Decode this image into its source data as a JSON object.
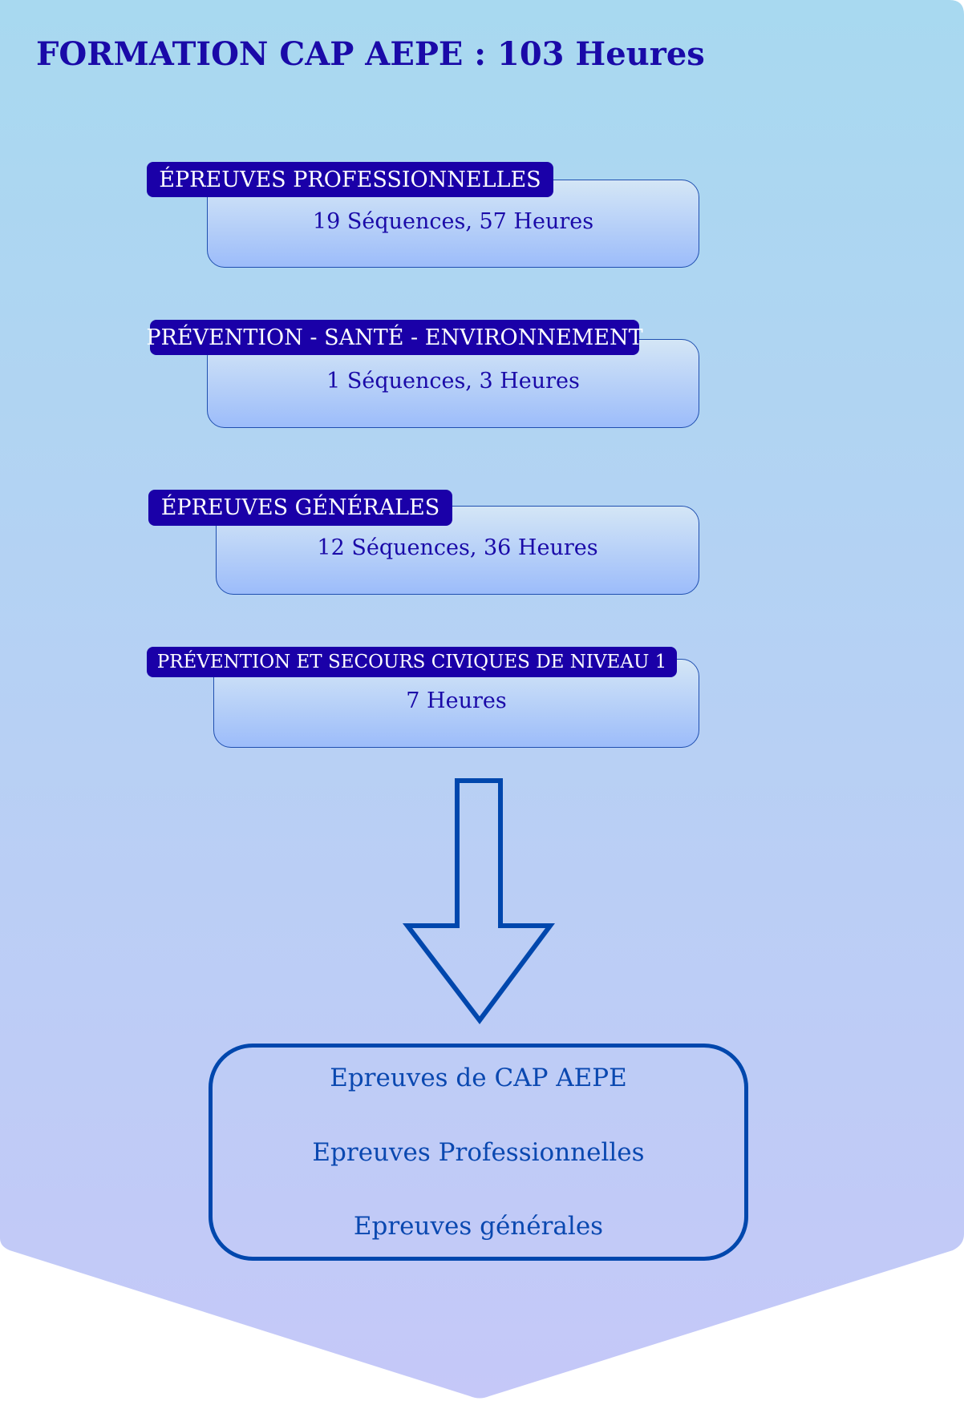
{
  "title": "FORMATION CAP AEPE : 103 Heures",
  "modules": [
    {
      "label": "ÉPREUVES PROFESSIONNELLES",
      "detail": "19 Séquences, 57 Heures"
    },
    {
      "label": "PRÉVENTION - SANTÉ - ENVIRONNEMENT",
      "detail": "1 Séquences, 3 Heures"
    },
    {
      "label": "ÉPREUVES GÉNÉRALES",
      "detail": "12 Séquences, 36 Heures"
    },
    {
      "label": "PRÉVENTION ET SECOURS CIVIQUES DE NIVEAU 1",
      "detail": "7 Heures"
    }
  ],
  "result": {
    "lines": [
      "Epreuves de CAP AEPE",
      "Epreuves Professionnelles",
      "Epreuves générales"
    ]
  },
  "colors": {
    "label_bg": "#1a00a8",
    "title": "#1a0aa8",
    "stroke": "#0047ad"
  }
}
